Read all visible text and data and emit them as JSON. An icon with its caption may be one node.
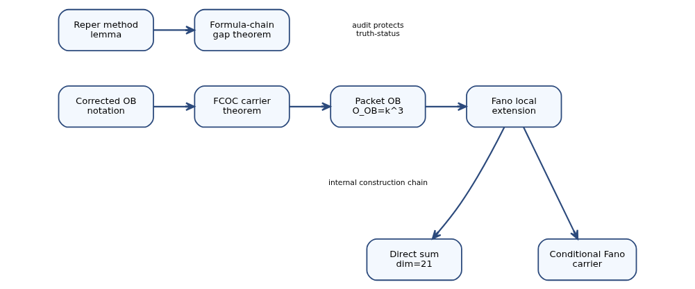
{
  "diagram": {
    "nodes": [
      {
        "text": [
          "Reper method lemma"
        ]
      },
      {
        "text": [
          "Formula-chain gap theorem"
        ]
      },
      {
        "text": [
          "Corrected OB notation"
        ]
      },
      {
        "text": [
          "FCOC carrier theorem"
        ]
      },
      {
        "text": [
          "Packet OB O_OB=k^3"
        ]
      },
      {
        "text": [
          "Fano local extension"
        ]
      },
      {
        "text": [
          "Direct sum dim=21"
        ]
      },
      {
        "text": [
          "Conditional Fano carrier"
        ]
      }
    ],
    "edges": [
      {
        "from": 0,
        "to": 1,
        "arrow": "to"
      },
      {
        "from": 2,
        "to": 3,
        "arrow": "to"
      },
      {
        "from": 3,
        "to": 4,
        "arrow": "to"
      },
      {
        "from": 4,
        "to": 5,
        "arrow": "to"
      },
      {
        "from": 5,
        "to": 6,
        "arrow": "to"
      },
      {
        "from": 5,
        "to": 7,
        "arrow": "to"
      }
    ],
    "labels": [
      "audit protects truth-status",
      "internal construction chain"
    ]
  }
}
